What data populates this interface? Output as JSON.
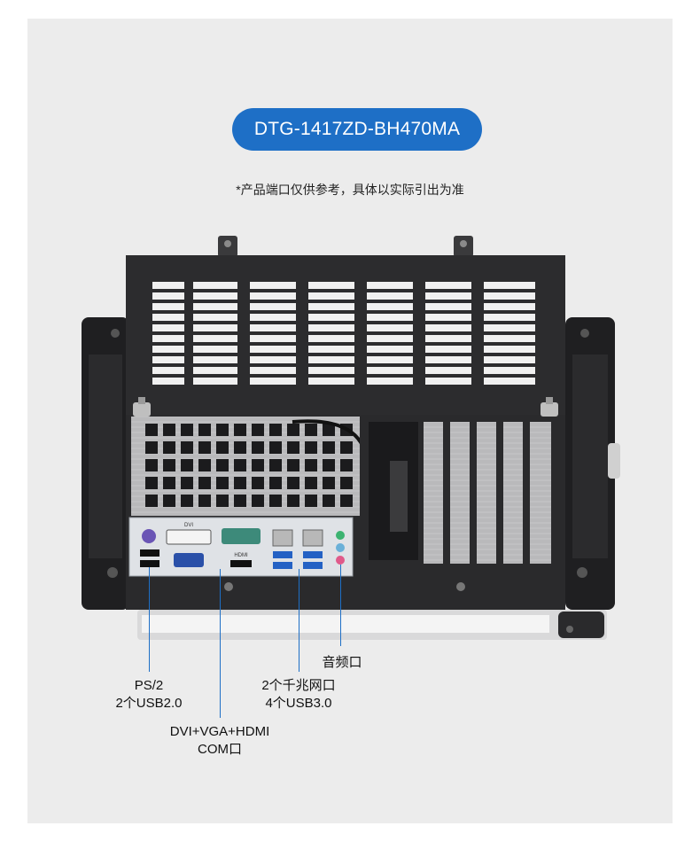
{
  "model_name": "DTG-1417ZD-BH470MA",
  "disclaimer": "*产品端口仅供参考，具体以实际引出为准",
  "callouts": {
    "ps2_usb": [
      "PS/2",
      "2个USB2.0"
    ],
    "video_com": [
      "DVI+VGA+HDMI",
      "COM口"
    ],
    "lan_usb": [
      "2个千兆网口",
      "4个USB3.0"
    ],
    "audio": [
      "音频口"
    ]
  },
  "io_marks": {
    "dvi": "DVI",
    "hdmi": "HDMI"
  },
  "colors": {
    "accent": "#1e6fc6",
    "background": "#ececec",
    "chassis": "#2a2a2c"
  }
}
